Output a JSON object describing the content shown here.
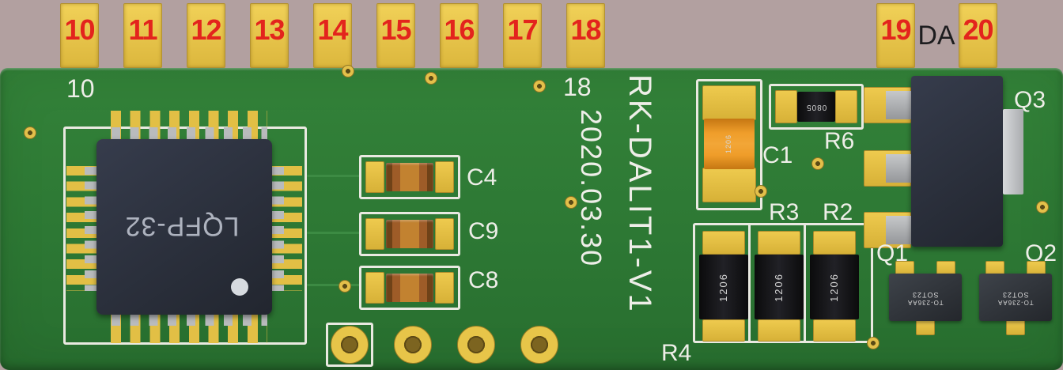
{
  "board": {
    "type": "pcb-3d-render",
    "colors": {
      "substrate_green": "#2d7834",
      "background_mauve": "#b2a0a0",
      "pad_gold": "#e5c247",
      "silkscreen_white": "#eeeee8",
      "pin_number_red": "#e3241d",
      "chip_body_dark": "#2b3040"
    }
  },
  "top_connector": {
    "left_pins": [
      "10",
      "11",
      "12",
      "13",
      "14",
      "15",
      "16",
      "17",
      "18"
    ],
    "right_pins": [
      "19",
      "20"
    ],
    "da_label": "DA"
  },
  "silkscreen": {
    "pin10": "10",
    "pin18": "18",
    "board_name": "RK-DALIT1-V1",
    "board_date": "2020.03.30",
    "c4": "C4",
    "c9": "C9",
    "c8": "C8",
    "c1": "C1",
    "r6": "R6",
    "r3": "R3",
    "r2": "R2",
    "r4": "R4",
    "q1": "Q1",
    "q2": "Q2",
    "q3": "Q3"
  },
  "components": {
    "ic_label": "LQFP-32",
    "r6_code": "0805",
    "c1_code": "1206",
    "r4_code": "1206",
    "r3_code": "1206",
    "r2_code": "1206",
    "q1_line1": "SOT23",
    "q1_line2": "TO-236AA",
    "q2_line1": "SOT23",
    "q2_line2": "TO-236AA"
  }
}
